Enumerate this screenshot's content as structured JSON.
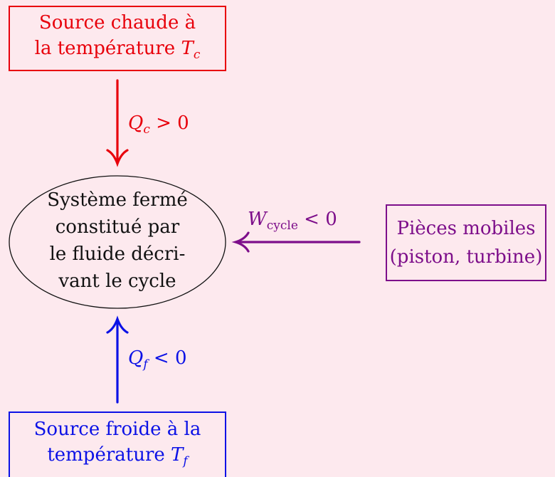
{
  "hot_source": {
    "line1": "Source chaude à",
    "line2_prefix": "la température ",
    "var": "T",
    "sub": "c",
    "color": "#e8000b"
  },
  "hot_flow": {
    "symbol": "Q",
    "sub": "c",
    "rel": " > 0"
  },
  "system": {
    "lines": [
      "Système fermé",
      "constitué par",
      "le fluide décri-",
      "vant le cycle"
    ]
  },
  "work_flow": {
    "symbol": "W",
    "sub": "cycle",
    "rel": " < 0",
    "color": "#7d0e8a"
  },
  "moving_parts": {
    "line1": "Pièces mobiles",
    "line2": "(piston, turbine)"
  },
  "cold_flow": {
    "symbol": "Q",
    "sub": "f",
    "rel": " < 0"
  },
  "cold_source": {
    "line1": "Source froide à la",
    "line2_prefix": "température ",
    "var": "T",
    "sub": "f",
    "color": "#0b11e6"
  }
}
